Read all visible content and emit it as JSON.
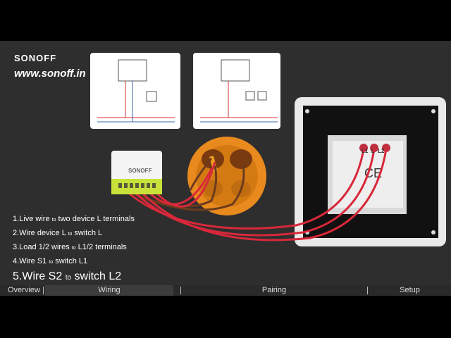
{
  "brand": {
    "logo_text": "SONOFF",
    "url": "www.sonoff.in"
  },
  "steps": [
    {
      "a": "1.Live wire ",
      "b": "to",
      "c": " two device L terminals"
    },
    {
      "a": "2.Wire device L ",
      "b": "to",
      "c": " switch L"
    },
    {
      "a": "3.Load 1/2 wires ",
      "b": "to",
      "c": " L1/2 terminals"
    },
    {
      "a": "4.Wire S1 ",
      "b": "to",
      "c": " switch L1"
    },
    {
      "a": "5.Wire S2 ",
      "b": "to",
      "c": " switch L2"
    }
  ],
  "tabs": [
    {
      "label": "Overview"
    },
    {
      "label": "Wiring"
    },
    {
      "label": "Pairing"
    },
    {
      "label": "Setup"
    }
  ],
  "active_tab": "Wiring",
  "device": {
    "label": "SONOFF"
  },
  "switch": {
    "terminals": [
      "L1",
      "L",
      "L2"
    ]
  },
  "colors": {
    "wire_red": "#d8283a",
    "wire_brown": "#6b3b1e",
    "box_orange": "#e98a1e",
    "device_green": "#c8e23a"
  }
}
